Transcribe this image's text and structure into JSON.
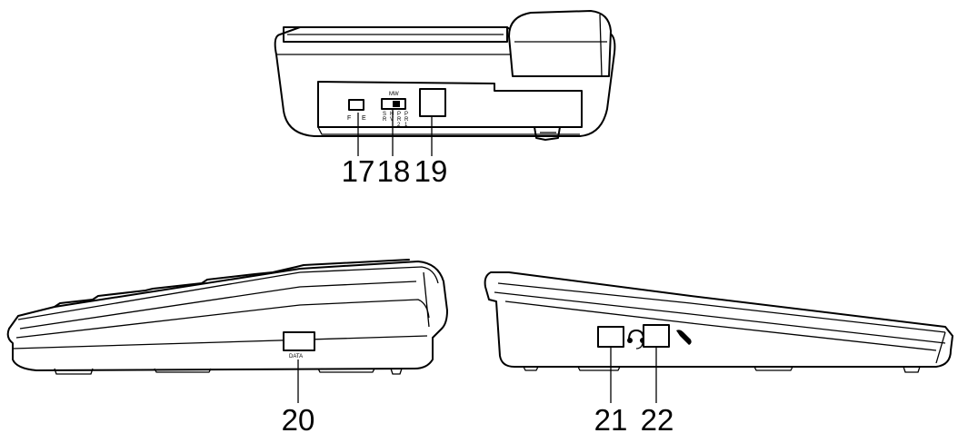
{
  "callouts": {
    "c17": "17",
    "c18": "18",
    "c19": "19",
    "c20": "20",
    "c21": "21",
    "c22": "22"
  },
  "rear_view": {
    "switch_17": {
      "left": "F",
      "right": "E"
    },
    "switch_18": {
      "top": "MW",
      "col1": [
        "S",
        "R"
      ],
      "col2": [
        "H",
        "V"
      ],
      "col3": [
        "P",
        "R",
        "2"
      ],
      "col4": [
        "P",
        "R",
        "1"
      ]
    }
  },
  "left_view": {
    "port_label": "DATA"
  },
  "right_view": {
    "headset_icon": "headset-icon",
    "handset_icon": "handset-icon"
  }
}
